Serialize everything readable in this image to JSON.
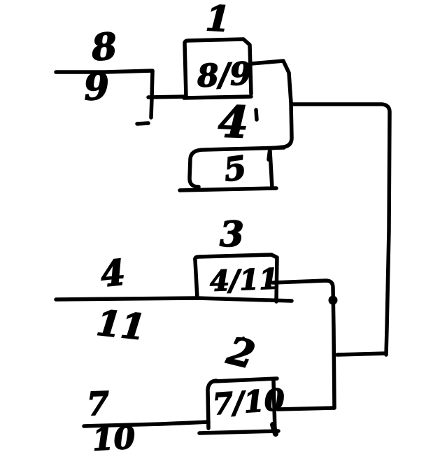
{
  "canvas": {
    "background_color": "#ffffff",
    "ink_color": "#000000"
  },
  "gates": [
    {
      "number": "1",
      "content": "8/9",
      "input_above": "8",
      "input_below": "9"
    },
    {
      "number": "2",
      "content": "7/10",
      "input_above": "7",
      "input_below": "10"
    },
    {
      "number": "3",
      "content": "4/11",
      "input_above": "4",
      "input_below": "11"
    },
    {
      "number": "4",
      "content": "5"
    }
  ]
}
